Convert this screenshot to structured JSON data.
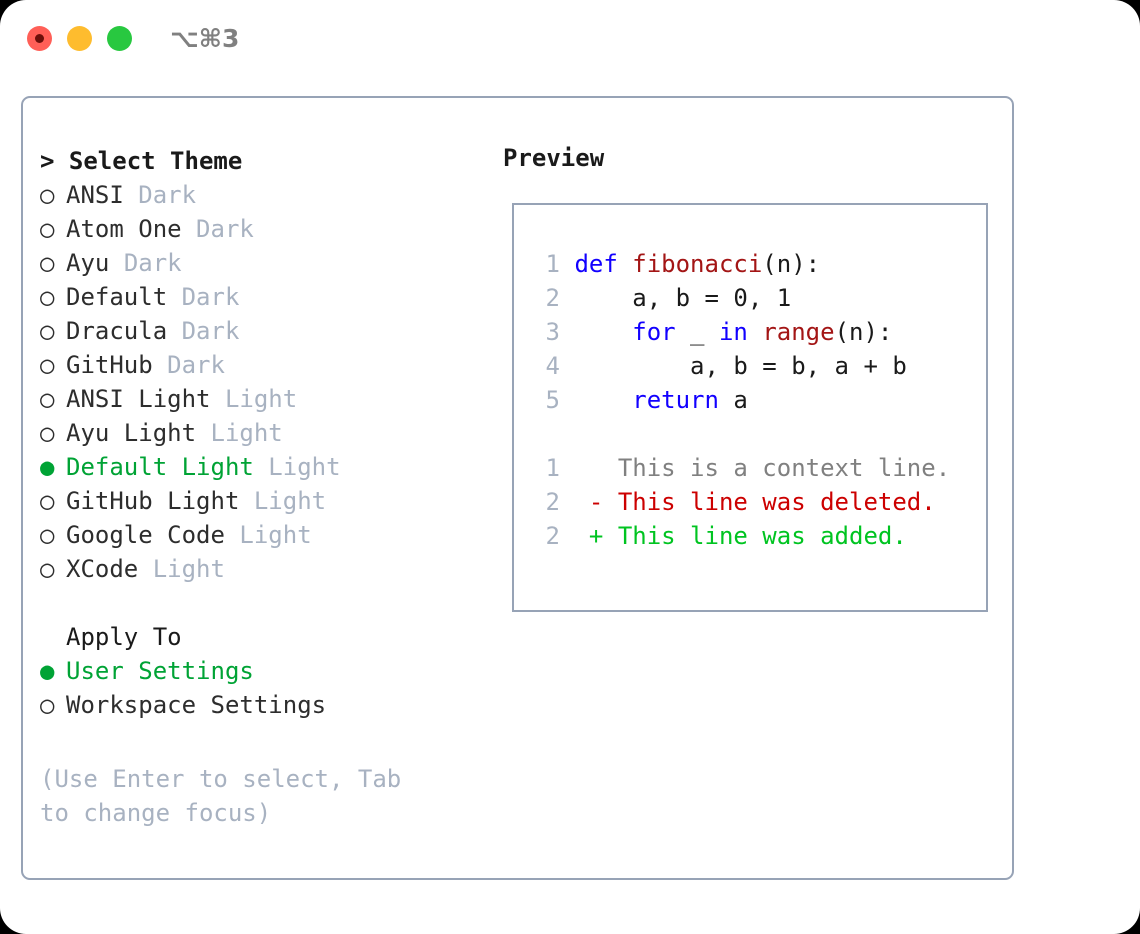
{
  "titlebar": {
    "shortcut": "⌥⌘3",
    "buttons": {
      "close": "close-window",
      "minimize": "minimize-window",
      "maximize": "maximize-window"
    }
  },
  "theme_section": {
    "header": "> Select Theme",
    "items": [
      {
        "bullet": "○",
        "label": "ANSI",
        "badge": "Dark",
        "selected": false
      },
      {
        "bullet": "○",
        "label": "Atom One",
        "badge": "Dark",
        "selected": false
      },
      {
        "bullet": "○",
        "label": "Ayu",
        "badge": "Dark",
        "selected": false
      },
      {
        "bullet": "○",
        "label": "Default",
        "badge": "Dark",
        "selected": false
      },
      {
        "bullet": "○",
        "label": "Dracula",
        "badge": "Dark",
        "selected": false
      },
      {
        "bullet": "○",
        "label": "GitHub",
        "badge": "Dark",
        "selected": false
      },
      {
        "bullet": "○",
        "label": "ANSI Light",
        "badge": "Light",
        "selected": false
      },
      {
        "bullet": "○",
        "label": "Ayu Light",
        "badge": "Light",
        "selected": false
      },
      {
        "bullet": "●",
        "label": "Default Light",
        "badge": "Light",
        "selected": true
      },
      {
        "bullet": "○",
        "label": "GitHub Light",
        "badge": "Light",
        "selected": false
      },
      {
        "bullet": "○",
        "label": "Google Code",
        "badge": "Light",
        "selected": false
      },
      {
        "bullet": "○",
        "label": "XCode",
        "badge": "Light",
        "selected": false
      }
    ]
  },
  "apply_to_section": {
    "header": "Apply To",
    "items": [
      {
        "bullet": "●",
        "label": "User Settings",
        "selected": true
      },
      {
        "bullet": "○",
        "label": "Workspace Settings",
        "selected": false
      }
    ]
  },
  "hint": "(Use Enter to select, Tab to change focus)",
  "preview": {
    "title": "Preview",
    "code_lines": [
      {
        "num": "1",
        "tokens": [
          {
            "t": "def ",
            "c": "kw"
          },
          {
            "t": "fibonacci",
            "c": "fn"
          },
          {
            "t": "(n):",
            "c": "pl"
          }
        ]
      },
      {
        "num": "2",
        "tokens": [
          {
            "t": "    a, b = 0, 1",
            "c": "pl"
          }
        ]
      },
      {
        "num": "3",
        "tokens": [
          {
            "t": "    ",
            "c": "pl"
          },
          {
            "t": "for",
            "c": "kw"
          },
          {
            "t": " _ ",
            "c": "pl"
          },
          {
            "t": "in",
            "c": "kw"
          },
          {
            "t": " ",
            "c": "pl"
          },
          {
            "t": "range",
            "c": "fn"
          },
          {
            "t": "(n):",
            "c": "pl"
          }
        ]
      },
      {
        "num": "4",
        "tokens": [
          {
            "t": "        a, b = b, a + b",
            "c": "pl"
          }
        ]
      },
      {
        "num": "5",
        "tokens": [
          {
            "t": "    ",
            "c": "pl"
          },
          {
            "t": "return",
            "c": "kw"
          },
          {
            "t": " a",
            "c": "pl"
          }
        ]
      }
    ],
    "diff_lines": [
      {
        "num": "1",
        "marker": "  ",
        "text": "This is a context line.",
        "kind": "ctx"
      },
      {
        "num": "2",
        "marker": "- ",
        "text": "This line was deleted.",
        "kind": "del"
      },
      {
        "num": "2",
        "marker": "+ ",
        "text": "This line was added.",
        "kind": "add"
      }
    ]
  },
  "colors": {
    "accent_green": "#00a335",
    "muted": "#a8b2c1",
    "border": "#97a3b6",
    "keyword": "#1200ff",
    "function": "#a31515",
    "diff_add": "#00c421",
    "diff_del": "#cc0000",
    "close": "#ff5f57",
    "minimize": "#febc2e",
    "maximize": "#28c840"
  }
}
